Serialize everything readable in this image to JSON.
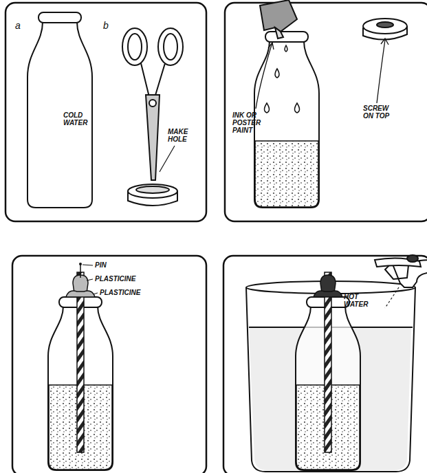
{
  "diagram": {
    "labels": [
      "a",
      "b",
      "COLD WATER",
      "MAKE HOLE",
      "INK OR POSTER PAINT",
      "SCREW ON TOP",
      "PIN",
      "PLASTICINE",
      "PLASTICINE",
      "HOT WATER"
    ]
  }
}
